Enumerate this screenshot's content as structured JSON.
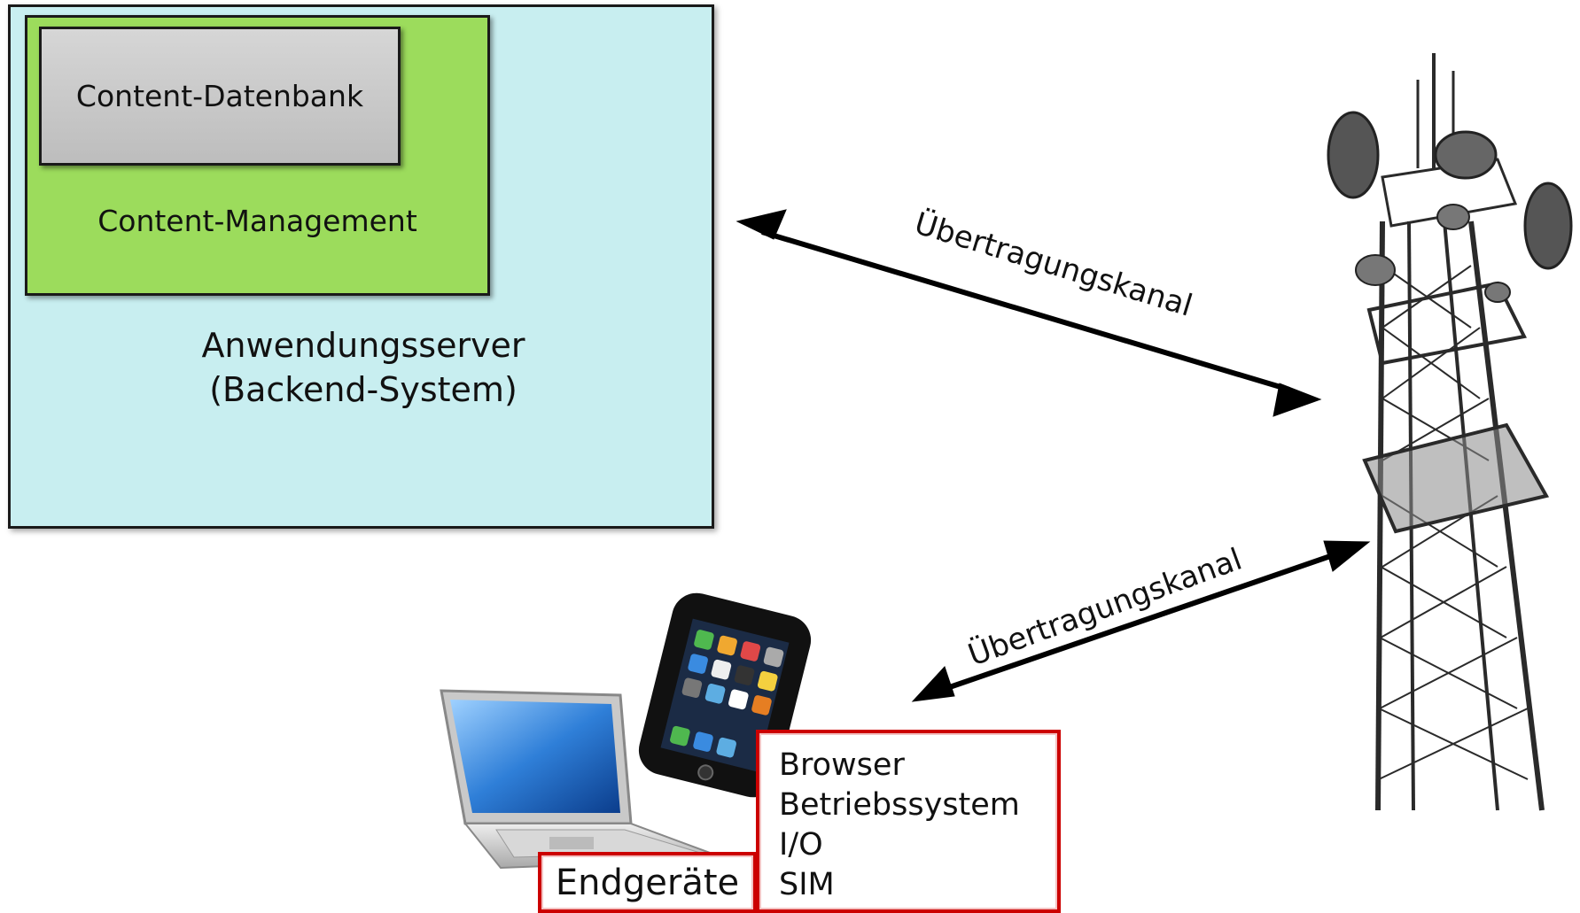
{
  "server": {
    "database_label": "Content-Datenbank",
    "cms_label": "Content-Management",
    "server_label_line1": "Anwendungsserver",
    "server_label_line2": "(Backend-System)"
  },
  "channels": {
    "upper_label": "Übertragungskanal",
    "lower_label": "Übertragungskanal"
  },
  "devices": {
    "info_lines": [
      "Browser",
      "Betriebssystem",
      "I/O",
      "SIM"
    ],
    "group_label": "Endgeräte"
  },
  "colors": {
    "server_bg": "#c8eef0",
    "cms_bg": "#9cdc5c",
    "db_bg": "#c8c8c8",
    "highlight_border": "#cc0000"
  }
}
